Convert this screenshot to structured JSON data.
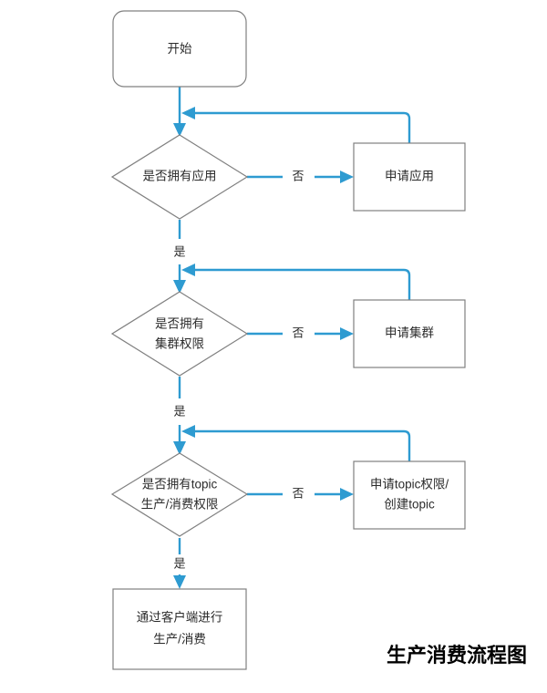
{
  "diagram": {
    "title": "生产消费流程图",
    "accent_color": "#2e9bd1",
    "node_border_color": "#808080",
    "node_fill_color": "#ffffff",
    "text_color": "#2b2b2b",
    "background_color": "#ffffff"
  },
  "nodes": {
    "start": {
      "label": "开始",
      "shape": "rounded-rectangle"
    },
    "decision_app": {
      "label": "是否拥有应用",
      "shape": "diamond"
    },
    "action_app": {
      "label": "申请应用",
      "shape": "rectangle"
    },
    "decision_cluster": {
      "line1": "是否拥有",
      "line2": "集群权限",
      "shape": "diamond"
    },
    "action_cluster": {
      "label": "申请集群",
      "shape": "rectangle"
    },
    "decision_topic": {
      "line1": "是否拥有topic",
      "line2": "生产/消费权限",
      "shape": "diamond"
    },
    "action_topic": {
      "line1": "申请topic权限/",
      "line2": "创建topic",
      "shape": "rectangle"
    },
    "end": {
      "line1": "通过客户端进行",
      "line2": "生产/消费",
      "shape": "rectangle"
    }
  },
  "edge_labels": {
    "no_app": "否",
    "yes_app": "是",
    "no_cluster": "否",
    "yes_cluster": "是",
    "no_topic": "否",
    "yes_topic": "是"
  }
}
